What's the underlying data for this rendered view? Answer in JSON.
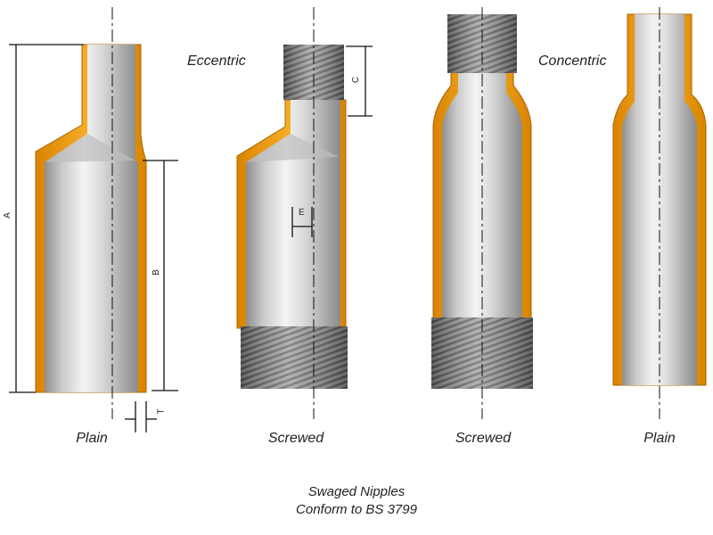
{
  "style_labels": {
    "eccentric": "Eccentric",
    "concentric": "Concentric"
  },
  "end_labels": [
    "Plain",
    "Screwed",
    "Screwed",
    "Plain"
  ],
  "dimensions": {
    "a": "A",
    "b": "B",
    "c": "C",
    "e": "E",
    "t": "T"
  },
  "caption": {
    "title": "Swaged Nipples",
    "subtitle": "Conform to BS 3799"
  },
  "colors": {
    "wall": "#f2a012",
    "wall_edge": "#b86f00",
    "pipe_light": "#f1f1f1",
    "pipe_dark": "#8b8b8b",
    "thread": "#6c6c6c",
    "line": "#111111"
  }
}
